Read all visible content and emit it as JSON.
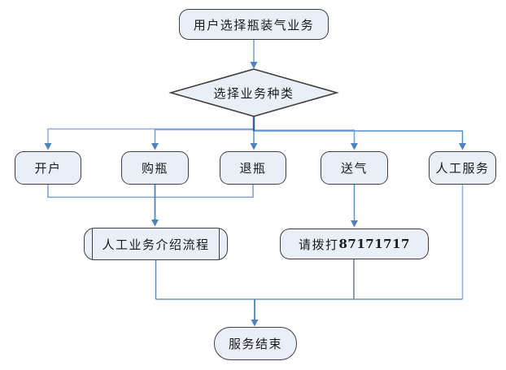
{
  "flowchart": {
    "start": "用户选择瓶装气业务",
    "decision": "选择业务种类",
    "branches": [
      "开户",
      "购瓶",
      "退瓶",
      "送气",
      "人工服务"
    ],
    "intro_process": "人工业务介绍流程",
    "call_prefix": "请拨打",
    "call_number": "87171717",
    "end": "服务结束"
  },
  "colors": {
    "node_fill": "#e9eef7",
    "node_border": "#404040",
    "text": "#1a1a1a",
    "arrow_blue": "#4f81bd",
    "line_light": "#95b3d7",
    "line_mid": "#7aa3d4",
    "line_steel": "#558ed5",
    "line_dark": "#376092",
    "line_gray": "#5a6672",
    "line_merge": "#6d94bd"
  }
}
